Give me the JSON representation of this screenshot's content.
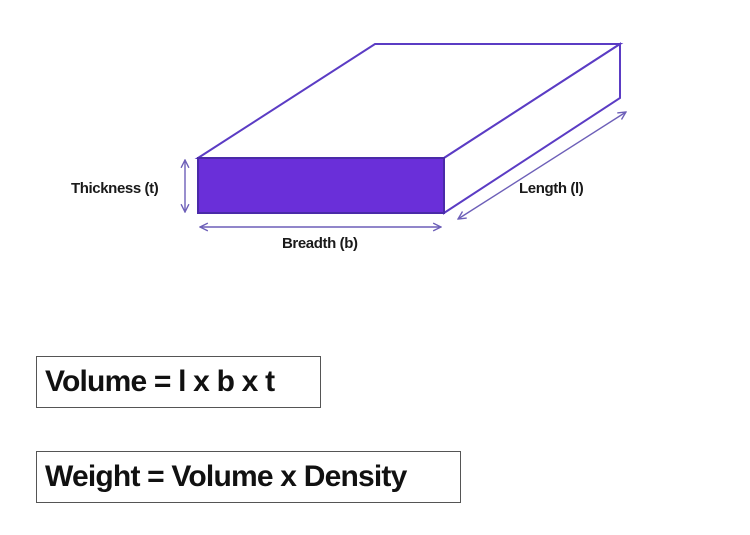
{
  "colors": {
    "front_face": "#6a2fd9",
    "edge": "#5b3cc4",
    "arrow": "#6d5fb8",
    "text": "#1a1a1a"
  },
  "labels": {
    "thickness": "Thickness (t)",
    "breadth": "Breadth (b)",
    "length": "Length (l)"
  },
  "formulas": {
    "volume": "Volume = l x b x t",
    "weight": "Weight = Volume x Density"
  }
}
